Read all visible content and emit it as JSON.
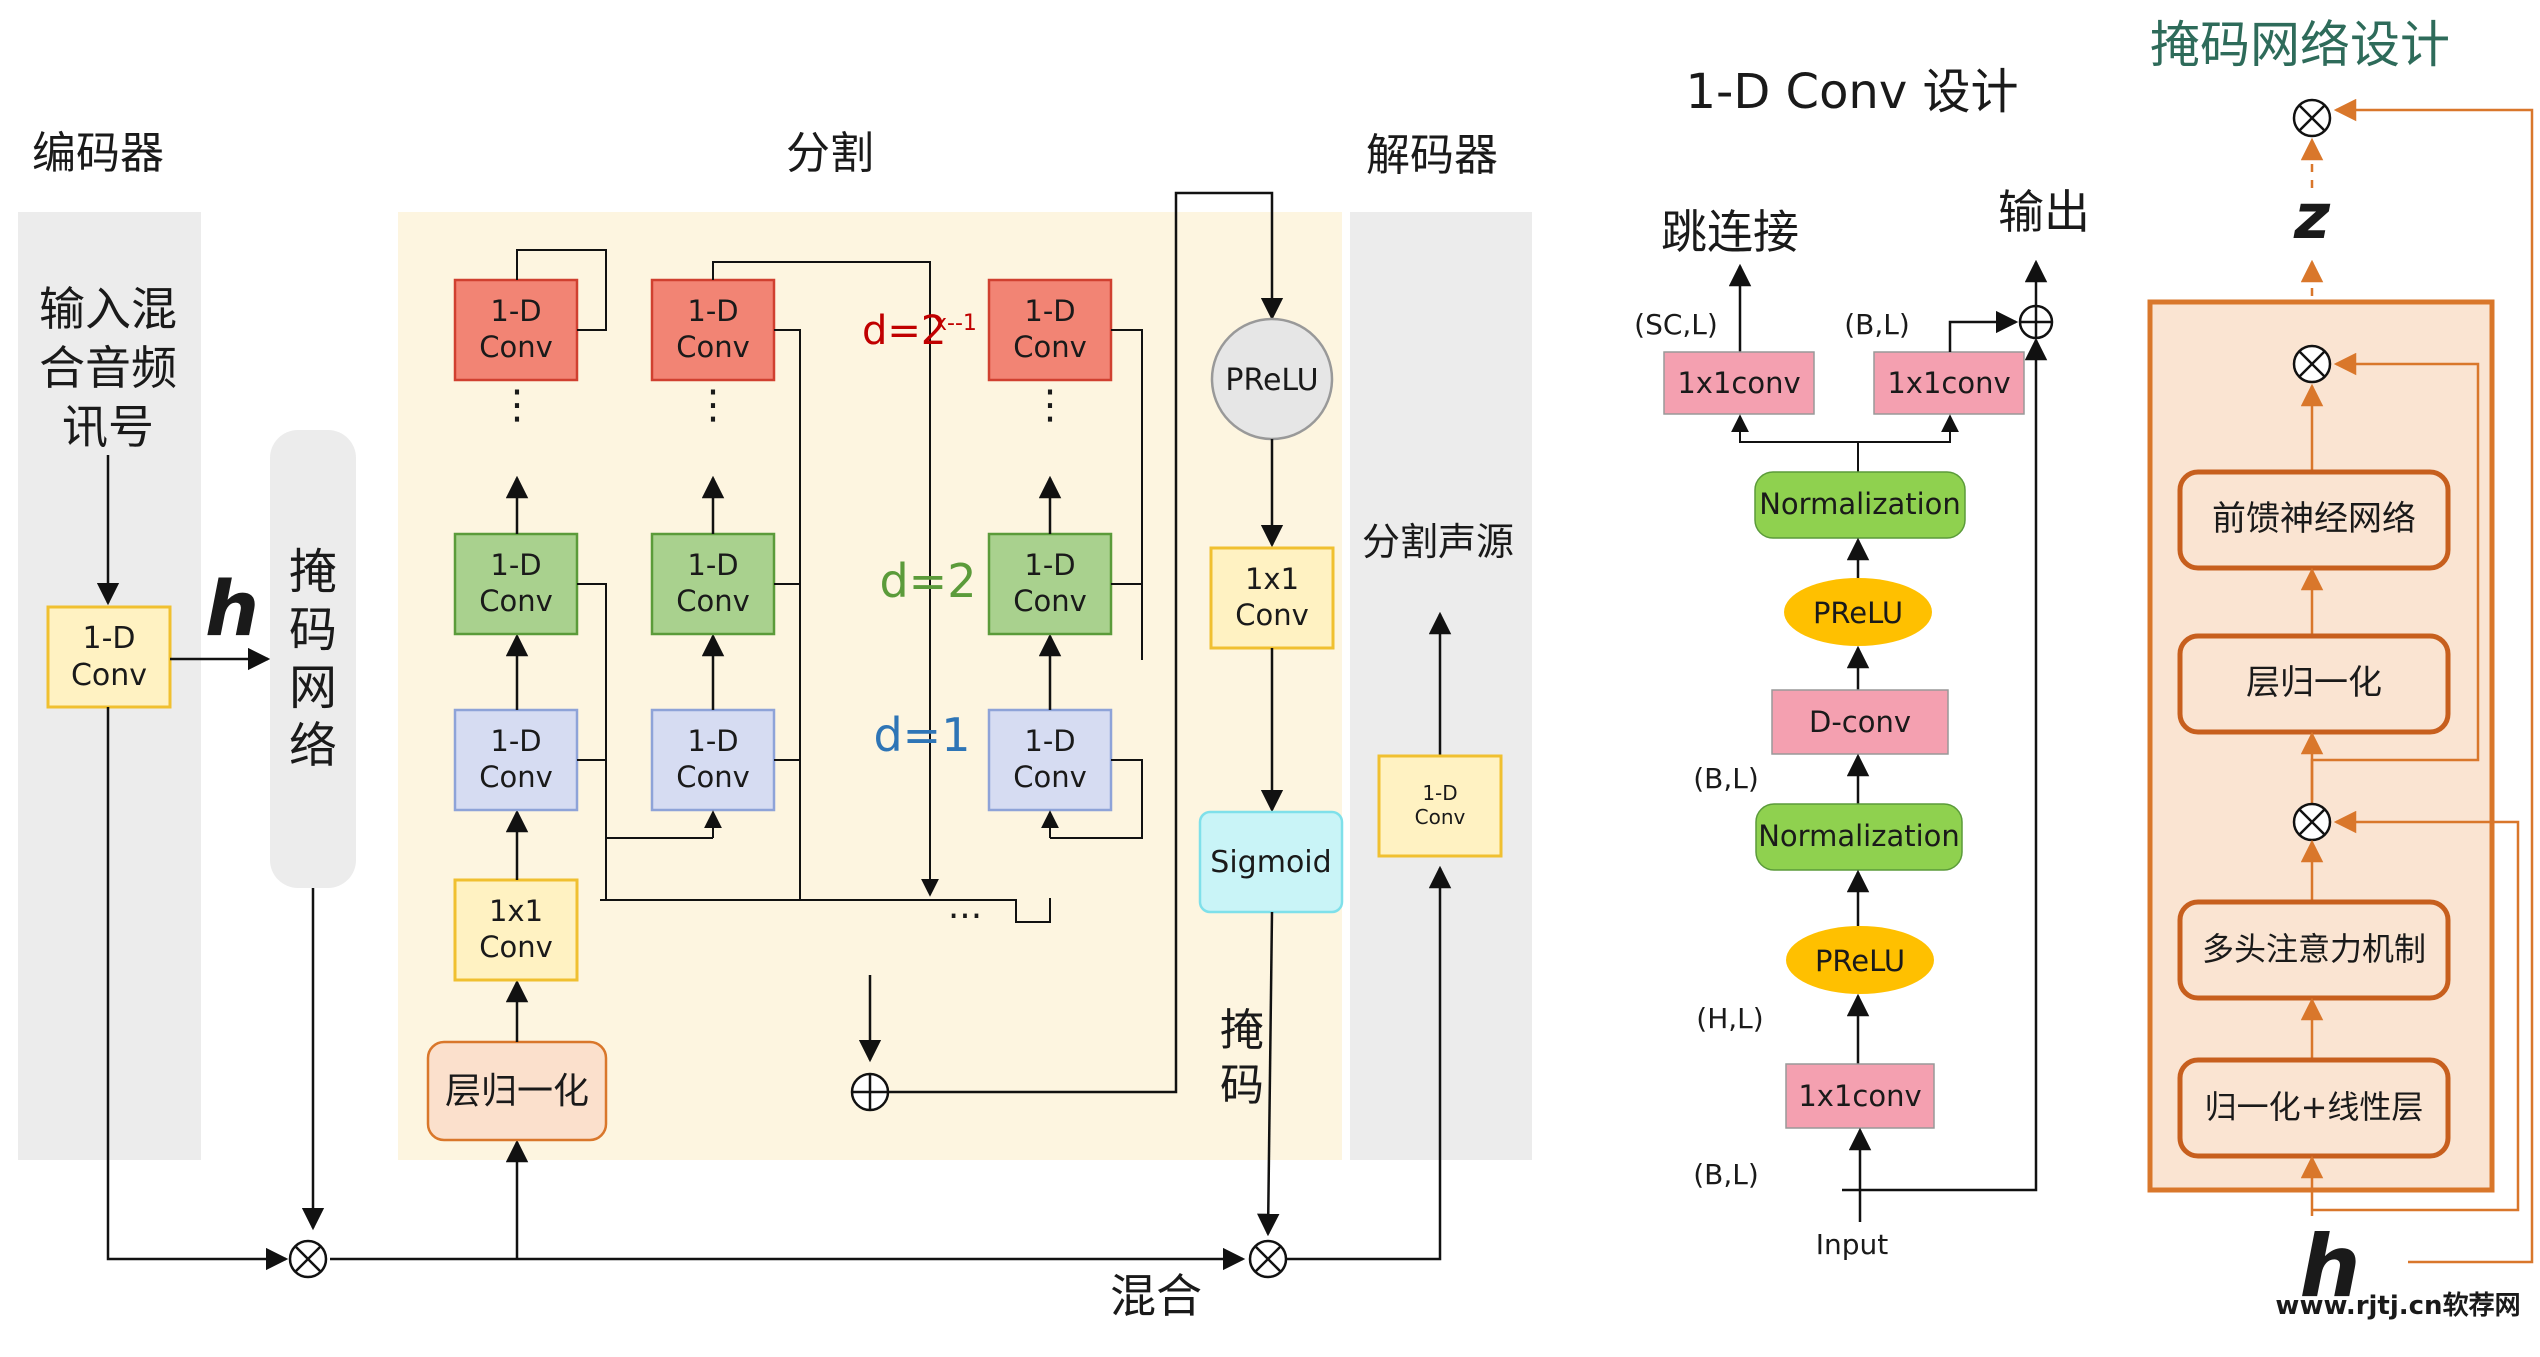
{
  "colors": {
    "panel_gray": "#ececec",
    "panel_beige": "#fdf5e0",
    "conv_red": "#f28474",
    "conv_green": "#a9d18e",
    "conv_blue": "#d6dcf2",
    "conv_yellow": "#fff2c2",
    "norm_green": "#8fd14f",
    "prelu_yellow": "#ffc000",
    "pink": "#f4a0b0",
    "orange": "#d9772b",
    "sigmoid_cyan": "#c9f4f7",
    "dilation_red": "#c00000",
    "dilation_green": "#5b9b3a",
    "dilation_blue": "#2e75b6"
  },
  "left": {
    "encoder_title": "编码器",
    "separation_title": "分割",
    "decoder_title": "解码器",
    "input_label_lines": [
      "输入混",
      "合音频",
      "讯号"
    ],
    "encoder_conv_lines": [
      "1-D",
      "Conv"
    ],
    "h_symbol": "h",
    "mask_net_chars": [
      "掩",
      "码",
      "网",
      "络"
    ],
    "conv_lines": [
      "1-D",
      "Conv"
    ],
    "one_by_one_lines": [
      "1x1",
      "Conv"
    ],
    "layer_norm": "层归一化",
    "dilation_top": "d=2",
    "dilation_top_exp": "x--1",
    "dilation_mid": "d=2",
    "dilation_low": "d=1",
    "dots_vertical": ".\n.\n.",
    "dots_horizontal": "...",
    "prelu": "PReLU",
    "sigmoid": "Sigmoid",
    "mask_vertical_chars": [
      "掩",
      "码"
    ],
    "decoder_source_label": "分割声源",
    "decoder_conv_small_lines": [
      "1-D",
      "Conv"
    ],
    "mix_label": "混合",
    "plus_symbol": "⊕",
    "times_symbol": "⊗"
  },
  "middle": {
    "title": "1-D Conv 设计",
    "skip_label": "跳连接",
    "output_label": "输出",
    "sc_l": "(SC,L)",
    "b_l_top": "(B,L)",
    "conv1x1_skip": "1x1conv",
    "conv1x1_out": "1x1conv",
    "normalization_top": "Normalization",
    "prelu_top": "PReLU",
    "dconv": "D-conv",
    "b_l_mid": "(B,L)",
    "normalization_bottom": "Normalization",
    "prelu_bottom": "PReLU",
    "h_l": "(H,L)",
    "conv1x1_in": "1x1conv",
    "b_l_bottom": "(B,L)",
    "input_label": "Input"
  },
  "right": {
    "title": "掩码网络设计",
    "z_symbol": "z",
    "ffn": "前馈神经网络",
    "layer_norm": "层归一化",
    "mha": "多头注意力机制",
    "norm_linear": "归一化+线性层",
    "h_symbol": "h",
    "watermark": "www.rjtj.cn软荐网"
  }
}
